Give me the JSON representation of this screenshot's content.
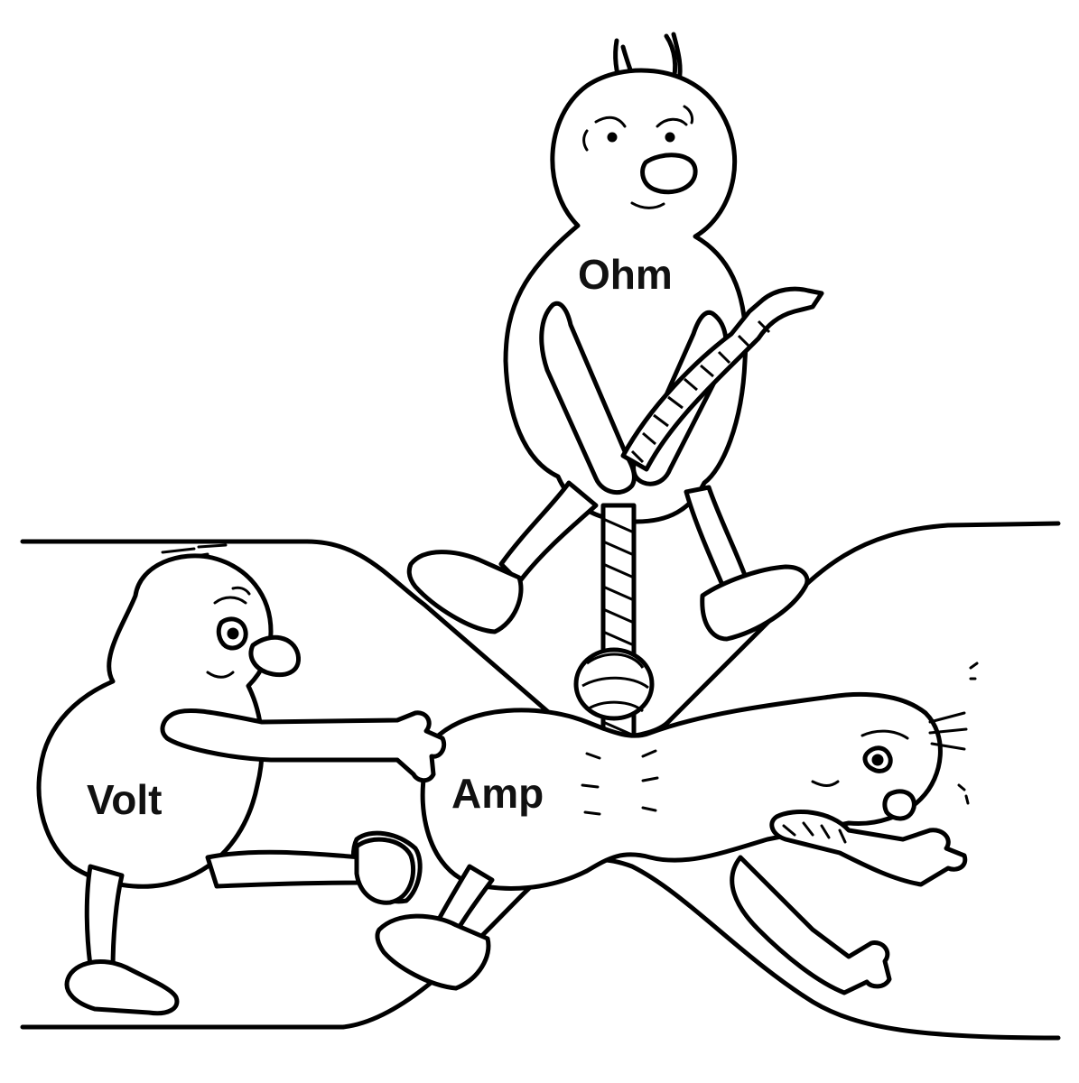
{
  "labels": {
    "ohm": "Ohm",
    "volt": "Volt",
    "amp": "Amp"
  },
  "colors": {
    "ink": "#000000",
    "paper": "#ffffff"
  }
}
